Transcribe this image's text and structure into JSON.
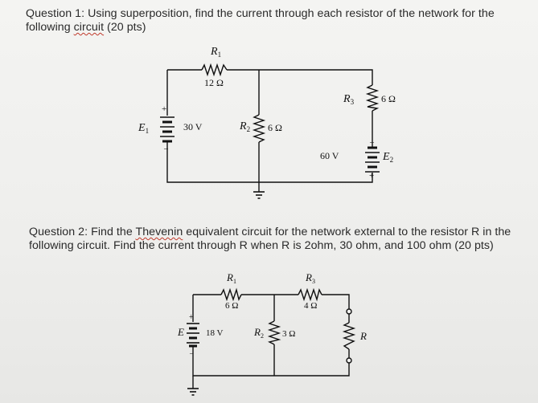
{
  "q1": {
    "line1": "Question 1: Using superposition, find the current through each resistor of the network for the",
    "line2_pre": "following ",
    "line2_link": "circuit",
    "line2_post": "  (20 pts)"
  },
  "q2": {
    "line1_pre": "Question 2: Find the ",
    "line1_link": "Thevenin",
    "line1_post": " equivalent circuit for the network external to the resistor R in the",
    "line2": "following circuit.  Find the current through R when R is 2ohm, 30 ohm, and 100 ohm (20 pts)"
  },
  "circuit1": {
    "r1_name": "R",
    "r1_sub": "1",
    "r1_value": "12 Ω",
    "r2_name": "R",
    "r2_sub": "2",
    "r2_value": "6 Ω",
    "r3_name": "R",
    "r3_sub": "3",
    "r3_value": "6 Ω",
    "e1_name": "E",
    "e1_sub": "1",
    "e1_value": "30 V",
    "e2_name": "E",
    "e2_sub": "2",
    "e2_value": "60 V",
    "plus": "+",
    "minus": "–"
  },
  "circuit2": {
    "r1_name": "R",
    "r1_sub": "1",
    "r1_value": "6 Ω",
    "r2_name": "R",
    "r2_sub": "2",
    "r2_value": "3 Ω",
    "r3_name": "R",
    "r3_sub": "3",
    "r3_value": "4 Ω",
    "e_name": "E",
    "e_value": "18 V",
    "r_name": "R",
    "plus": "+",
    "minus": "–"
  }
}
